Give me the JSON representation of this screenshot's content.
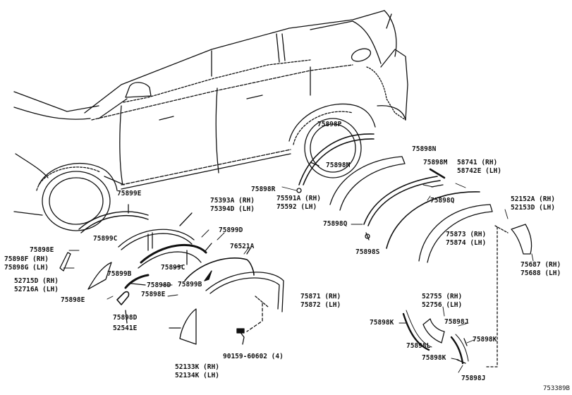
{
  "diagram_id": "753389B",
  "labels": {
    "p75899E": "75899E",
    "p75899C_a": "75899C",
    "p75393A": "75393A (RH)",
    "p75394D": "75394D (LH)",
    "p75899D": "75899D",
    "p75898E_a": "75898E",
    "p75898F": "75898F (RH)",
    "p75898G": "75898G (LH)",
    "p52715D": "52715D (RH)",
    "p52716A": "52716A (LH)",
    "p75898E_b": "75898E",
    "p75899B_a": "75899B",
    "p75899C_b": "75899C",
    "p76521A": "76521A",
    "p75898D_a": "75898D",
    "p75899B_b": "75899B",
    "p75898E_c": "75898E",
    "p75898D_b": "75898D",
    "p52541E": "52541E",
    "p75871": "75871 (RH)",
    "p75872": "75872 (LH)",
    "p52133K": "52133K (RH)",
    "p52134K": "52134K (LH)",
    "p90159": "90159-60602 (4)",
    "p75898P": "75898P",
    "p75898M_a": "75898M",
    "p75898R": "75898R",
    "p75591A": "75591A (RH)",
    "p75592": "75592 (LH)",
    "p75898N": "75898N",
    "p75898M_b": "75898M",
    "p58741": "58741 (RH)",
    "p58742E": "58742E (LH)",
    "p75898Q_a": "75898Q",
    "p75898Q_b": "75898Q",
    "p75898S": "75898S",
    "p75873": "75873 (RH)",
    "p75874": "75874 (LH)",
    "p52152A": "52152A (RH)",
    "p52153D": "52153D (LH)",
    "p75687": "75687 (RH)",
    "p75688": "75688 (LH)",
    "p52755": "52755 (RH)",
    "p52756": "52756 (LH)",
    "p75898K_a": "75898K",
    "p75898J_a": "75898J",
    "p75898L": "75898L",
    "p75898K_b": "75898K",
    "p75898K_c": "75898K",
    "p75898J_b": "75898J"
  }
}
